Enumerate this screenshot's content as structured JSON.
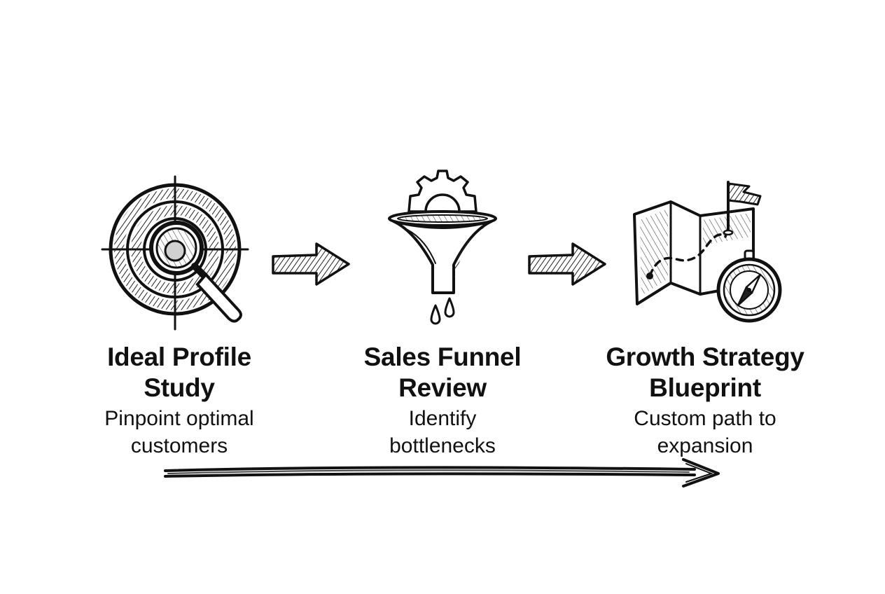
{
  "steps": [
    {
      "title_line1": "Ideal Profile",
      "title_line2": "Study",
      "sub_line1": "Pinpoint optimal",
      "sub_line2": "customers",
      "icon": "target-magnifier-icon"
    },
    {
      "title_line1": "Sales Funnel",
      "title_line2": "Review",
      "sub_line1": "Identify",
      "sub_line2": "bottlenecks",
      "icon": "funnel-gear-icon"
    },
    {
      "title_line1": "Growth Strategy",
      "title_line2": "Blueprint",
      "sub_line1": "Custom path to",
      "sub_line2": "expansion",
      "icon": "map-compass-icon"
    }
  ],
  "colors": {
    "ink": "#111111",
    "hatch": "#333333",
    "background": "#ffffff"
  }
}
